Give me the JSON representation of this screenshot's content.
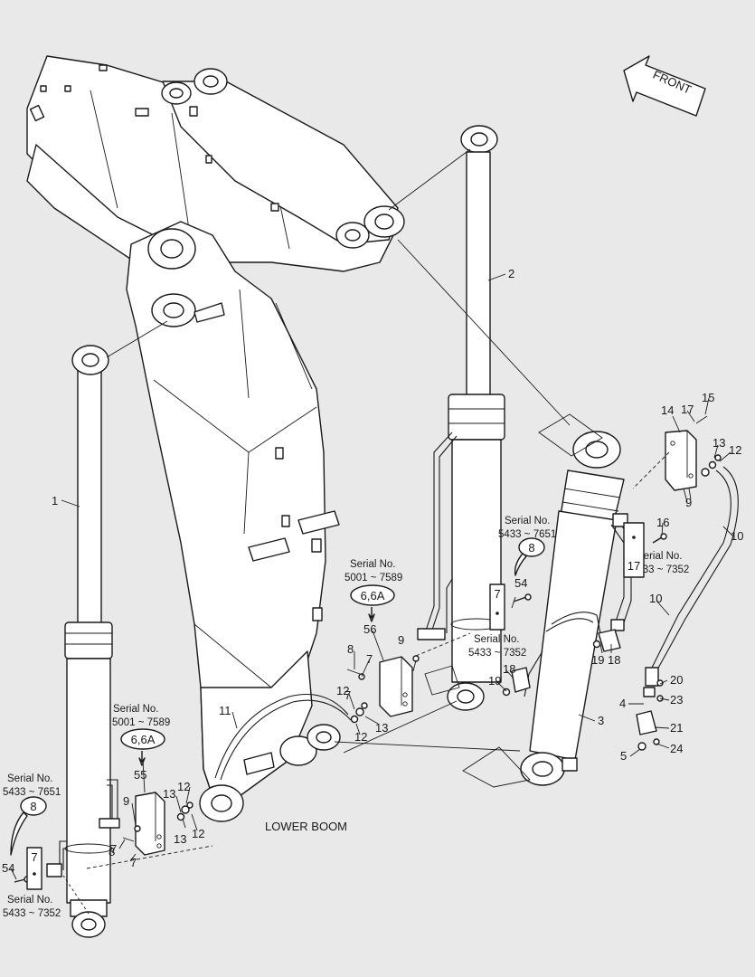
{
  "front_label": "FRONT",
  "lower_boom_label": "LOWER BOOM",
  "callouts": {
    "c1": "1",
    "c2": "2",
    "c3": "3",
    "c4": "4",
    "c5": "5",
    "c7a": "7",
    "c7b": "7",
    "c7c": "7",
    "c7d": "7",
    "c8a": "8",
    "c8b": "8",
    "c9a": "9",
    "c9b": "9",
    "c9c": "9",
    "c10a": "10",
    "c10b": "10",
    "c11": "11",
    "c12a": "12",
    "c12b": "12",
    "c12c": "12",
    "c12d": "12",
    "c13a": "13",
    "c13b": "13",
    "c13c": "13",
    "c13d": "13",
    "c14": "14",
    "c15": "15",
    "c16": "16",
    "c17a": "17",
    "c17b": "17",
    "c18a": "18",
    "c18b": "18",
    "c19a": "19",
    "c19b": "19",
    "c20": "20",
    "c21": "21",
    "c23": "23",
    "c24": "24",
    "c54a": "54",
    "c54b": "54",
    "c55": "55",
    "c56": "56"
  },
  "boxed": {
    "b7a": "7",
    "b7b": "7",
    "b17": "17"
  },
  "circled": {
    "o8a": "8",
    "o8b": "8",
    "o66a": "6,6A",
    "o66b": "6,6A"
  },
  "serials": {
    "s1_label": "Serial No.",
    "s1_range": "5001 ~ 7589",
    "s2_label": "Serial No.",
    "s2_range": "5001 ~ 7589",
    "s3_label": "Serial No.",
    "s3_range": "5433 ~ 7651",
    "s4_label": "Serial No.",
    "s4_range": "5433 ~ 7651",
    "s5_label": "Serial No.",
    "s5_range": "5433 ~ 7352",
    "s6_label": "Serial No.",
    "s6_range": "5433 ~ 7352",
    "s7_label": "Serial No.",
    "s7_range": "5433 ~ 7352"
  }
}
